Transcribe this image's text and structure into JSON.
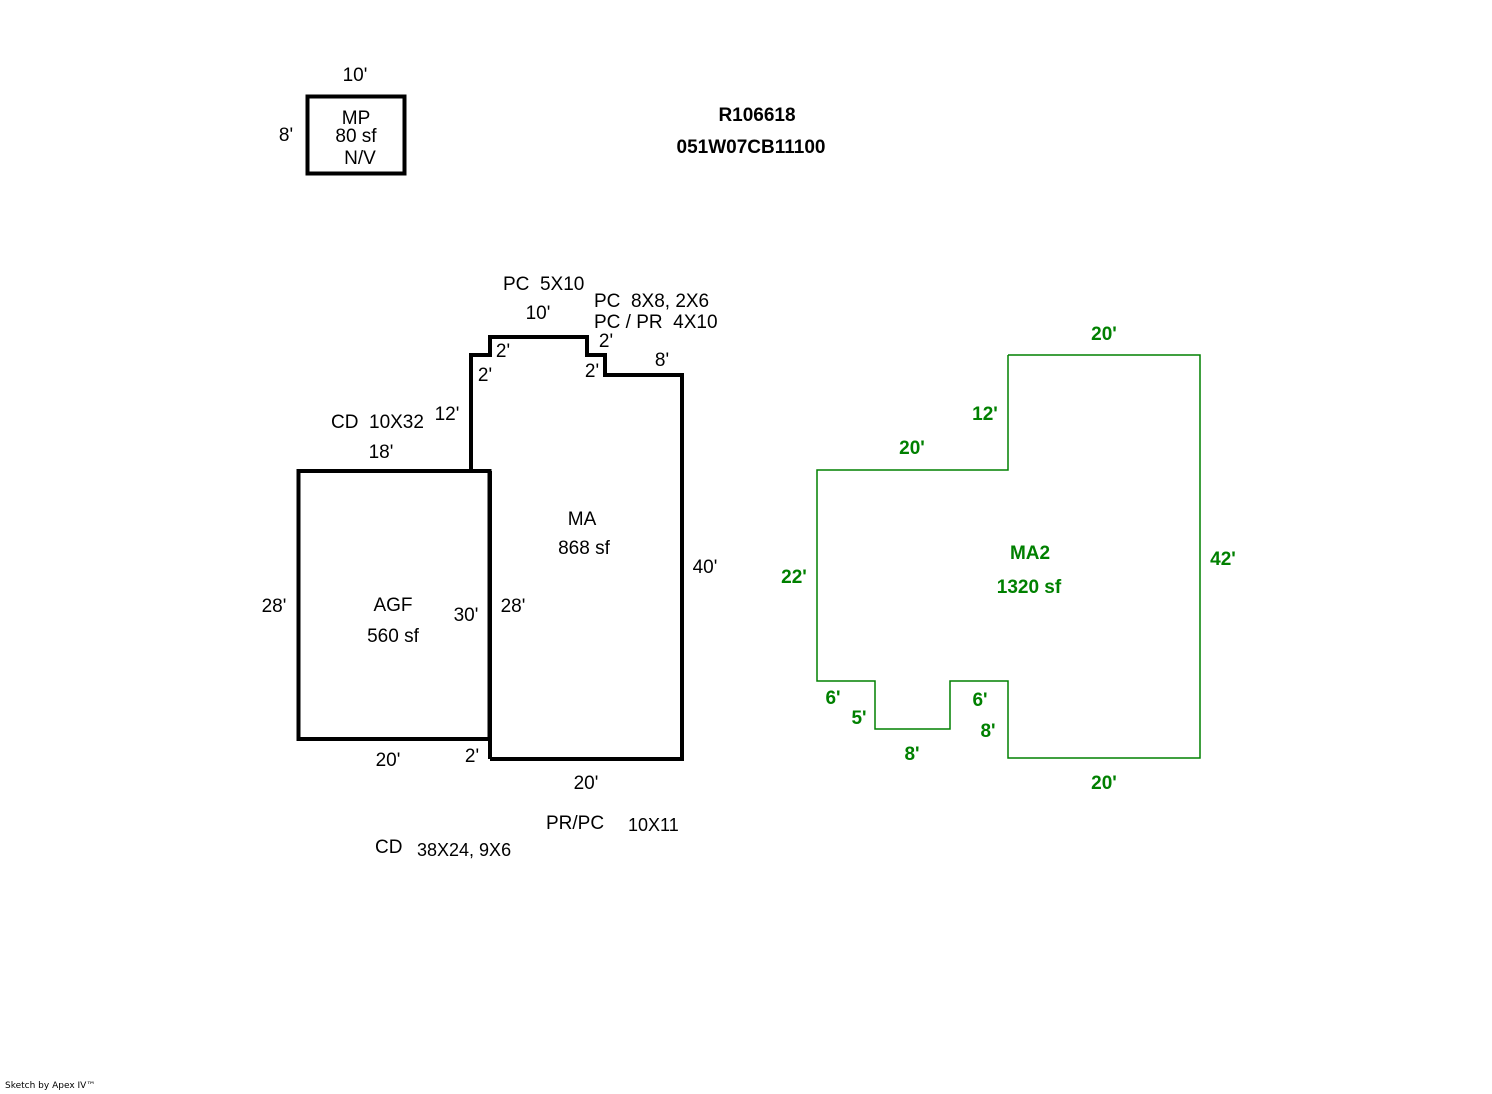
{
  "header": {
    "account_id": "R106618",
    "map_tax_lot": "051W07CB11100"
  },
  "colors": {
    "primary_outline": "#000000",
    "secondary_outline": "#008000"
  },
  "areas": {
    "mp": {
      "code": "MP",
      "area": "80 sf",
      "note": "N/V",
      "dims": {
        "top": "10'",
        "left": "8'"
      }
    },
    "agf": {
      "code": "AGF",
      "area": "560 sf",
      "dims": {
        "top": "18'",
        "left": "28'",
        "right": "30'",
        "bottom": "20'"
      }
    },
    "ma": {
      "code": "MA",
      "area": "868 sf",
      "dims": {
        "left_upper": "12'",
        "step1": "2'",
        "step1_up": "2'",
        "top": "10'",
        "step2": "2'",
        "step2_down": "2'",
        "top_right": "8'",
        "right": "40'",
        "bottom": "20'",
        "bottom_step": "2'",
        "left_lower": "28'"
      }
    },
    "ma2": {
      "code": "MA2",
      "area": "1320 sf",
      "dims": {
        "top": "20'",
        "left_upper": "12'",
        "mid_top": "20'",
        "left": "22'",
        "right": "42'",
        "bottom": "20'",
        "notch_left": "6'",
        "notch_left_inner": "5'",
        "notch_bottom": "8'",
        "notch_right": "6'",
        "notch_right_lower": "8'"
      }
    }
  },
  "annotations": {
    "pc_top": "PC  5X10",
    "pc_right_1": "PC  8X8, 2X6",
    "pc_right_2": "PC / PR  4X10",
    "cd_top": "CD  10X32",
    "pr_pc_code": "PR/PC",
    "pr_pc_size": "10X11",
    "cd_bottom_code": "CD",
    "cd_bottom_size": "38X24, 9X6"
  },
  "footer": "Sketch by Apex IV™"
}
